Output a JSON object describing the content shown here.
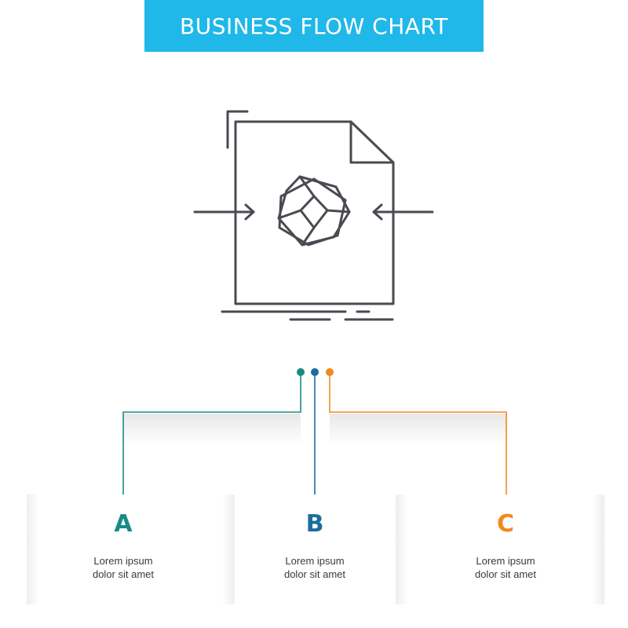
{
  "header": {
    "title": "BUSINESS FLOW CHART",
    "color": "#1fb8e8"
  },
  "steps": [
    {
      "letter": "A",
      "line1": "Lorem ipsum",
      "line2": "dolor sit amet",
      "color": "#1a8a86"
    },
    {
      "letter": "B",
      "line1": "Lorem ipsum",
      "line2": "dolor sit amet",
      "color": "#1c6d9e"
    },
    {
      "letter": "C",
      "line1": "Lorem ipsum",
      "line2": "dolor sit amet",
      "color": "#f08a1c"
    }
  ],
  "icon": "file-3d-cube-icon"
}
